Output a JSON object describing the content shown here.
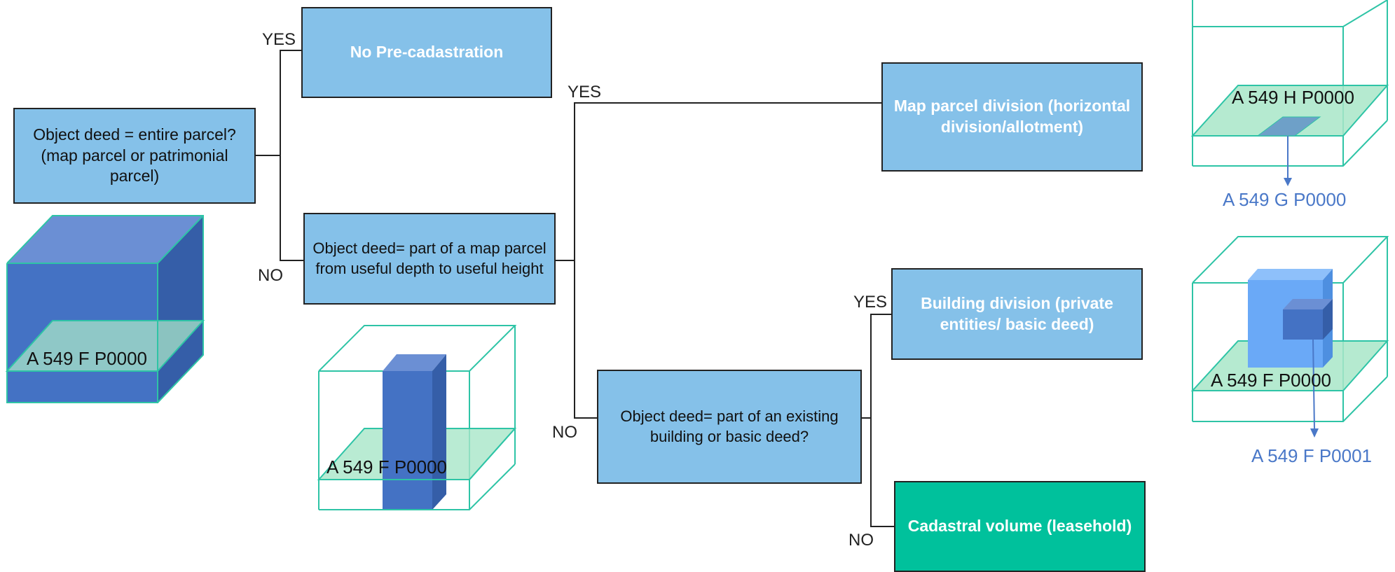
{
  "boxes": {
    "q1": "Object deed = entire parcel? (map parcel or patrimonial parcel)",
    "no_precad": "No Pre-cadastration",
    "q2": "Object deed= part of a map parcel from useful depth to useful height",
    "map_division": "Map parcel division (horizontal division/allotment)",
    "q3": "Object deed= part of an existing building or basic deed?",
    "building_division": "Building division (private entities/ basic deed)",
    "cadastral_volume": "Cadastral volume (leasehold)"
  },
  "branch_labels": {
    "q1_yes": "YES",
    "q1_no": "NO",
    "q2_yes": "YES",
    "q2_no": "NO",
    "q3_yes": "YES",
    "q3_no": "NO"
  },
  "illustrations": {
    "parcel_code": "A 549 F P0000",
    "volume_code": "A 549 F P0000",
    "map_division_code": "A 549 H P0000",
    "map_division_result": "A 549 G P0000",
    "building_code": "A 549 F P0000",
    "building_result": "A 549 F P0001"
  },
  "colors": {
    "box_blue": "#85c1e9",
    "box_green": "#00c19c",
    "solid_blue": "#4472c4",
    "plane_green": "#a8e6c8",
    "outline_teal": "#2ec4a6",
    "code_blue": "#4a78c8"
  }
}
